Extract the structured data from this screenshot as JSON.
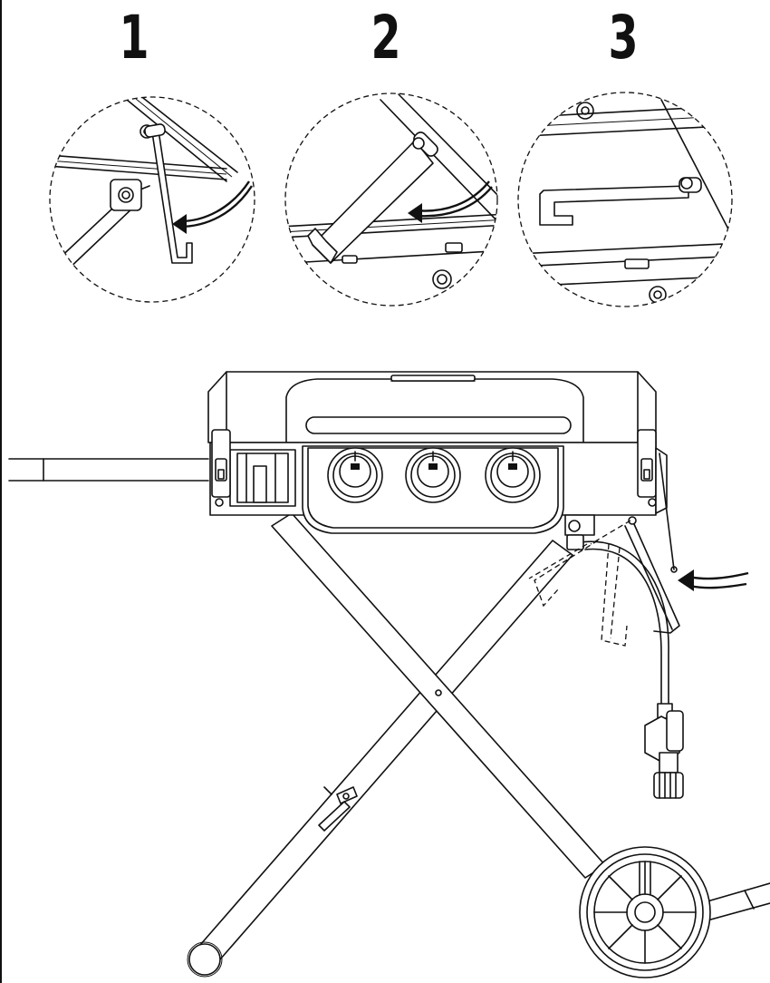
{
  "steps": [
    {
      "number": "1",
      "action_icon": "curved-arrow-left"
    },
    {
      "number": "2",
      "action_icon": "curved-arrow-left"
    },
    {
      "number": "3",
      "action_icon": "none"
    }
  ],
  "main_illustration": {
    "subject": "portable-grill-on-folding-cart",
    "burner_knobs": 3,
    "arrow_icon": "curved-arrow-left"
  },
  "colors": {
    "line": "#111111",
    "background": "#ffffff"
  }
}
